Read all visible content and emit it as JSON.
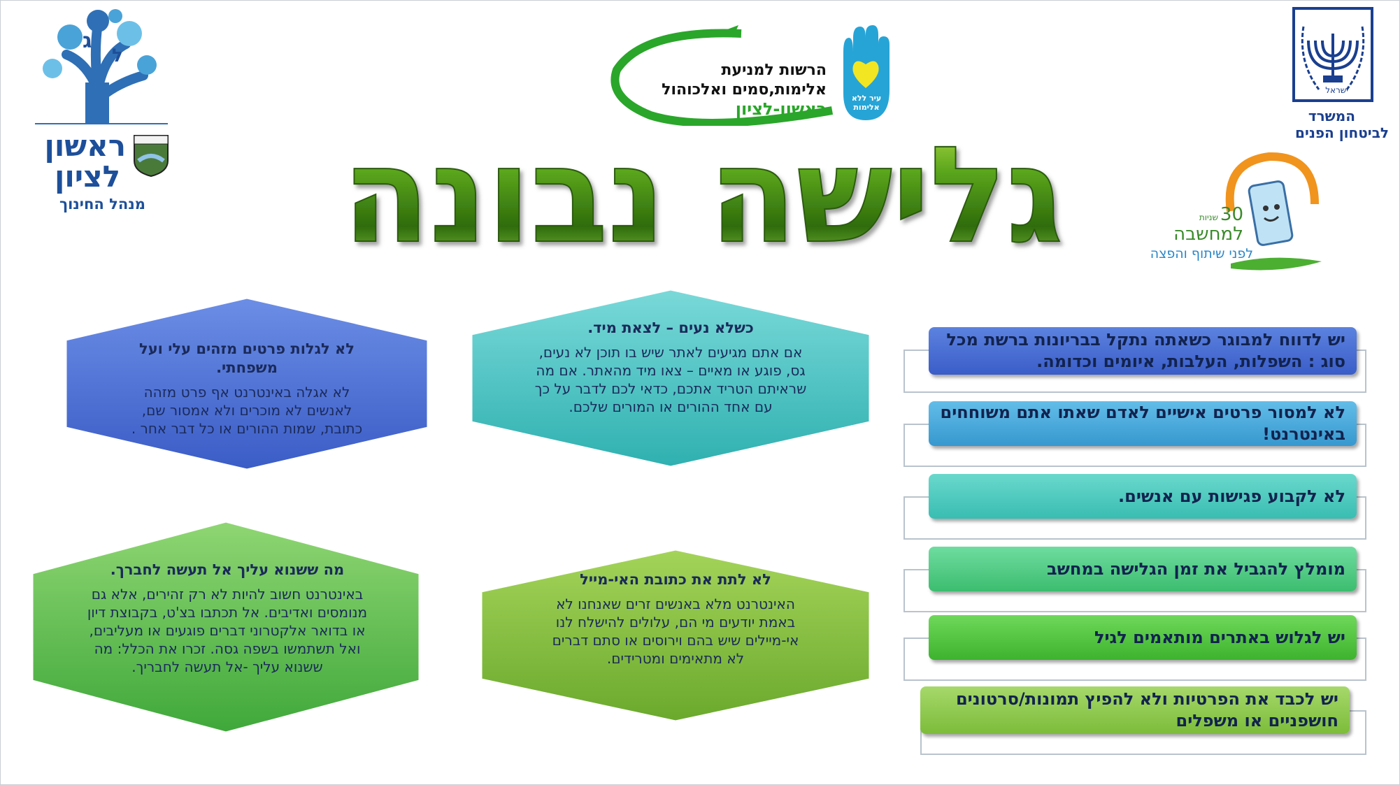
{
  "title": "גלישה נבונה",
  "logos": {
    "rishon": {
      "line1": "ראשון",
      "line2": "לציון",
      "department": "מנהל החינוך"
    },
    "authority": {
      "line1": "הרשות למניעת",
      "line2": "אלימות,סמים ואלכוהול",
      "line3": "ראשון-לציון",
      "badge": "עיר ללא אלימות"
    },
    "ministry": {
      "line1": "המשרד",
      "line2": "לביטחון הפנים",
      "seal_text": "ישראל"
    },
    "campaign": {
      "number": "30",
      "years": "שניות",
      "line1": "למחשבה",
      "line2": "לפני שיתוף והפצה"
    }
  },
  "hexagons": [
    {
      "title": "כשלא נעים – לצאת מיד.",
      "body": "אם אתם מגיעים לאתר שיש בו תוכן לא נעים, גס, פוגע או מאיים – צאו מיד מהאתר. אם מה שראיתם הטריד אתכם, כדאי לכם לדבר על כך עם אחד ההורים או המורים שלכם."
    },
    {
      "title": "לא לגלות פרטים מזהים עלי ועל משפחתי.",
      "body": "לא אגלה באינטרנט אף פרט מזהה לאנשים לא מוכרים ולא אמסור שם, כתובת, שמות ההורים או כל דבר אחר ."
    },
    {
      "title": "לא לתת את כתובת  האי-מייל",
      "body": "האינטרנט מלא באנשים זרים שאנחנו לא באמת יודעים מי הם, עלולים להישלח לנו אי-מיילים שיש בהם וירוסים או סתם דברים לא מתאימים ומטרידים."
    },
    {
      "title": "מה ששנוא עליך אל תעשה לחברך.",
      "body": "באינטרנט חשוב להיות לא רק זהירים, אלא גם מנומסים ואדיבים. אל תכתבו בצ'ט, בקבוצת דיון או בדואר אלקטרוני דברים פוגעים או מעליבים, ואל תשתמשו בשפה גסה. זכרו את הכלל: מה ששנוא עליך -אל תעשה לחבריך."
    }
  ],
  "tips": [
    "יש לדווח למבוגר כשאתה נתקל בבריונות ברשת מכל סוג : השפלות, העלבות, איומים וכדומה.",
    "לא למסור פרטים אישיים לאדם שאתו אתם משוחחים באינטרנט!",
    "לא לקבוע פגישות עם אנשים.",
    "מומלץ להגביל את זמן הגלישה במחשב",
    "יש לגלוש באתרים מותאמים לגיל",
    "יש לכבד את הפרטיות ולא להפיץ תמונות/סרטונים חושפניים או משפלים"
  ],
  "colors": {
    "title_dark": "#3d7a10",
    "title_light": "#b8e04a",
    "hex_blue": "#4a6fd4",
    "hex_teal": "#44c4c4",
    "hex_green": "#56be4e",
    "hex_olive": "#7fbc3c",
    "tip_text": "#12234e"
  }
}
